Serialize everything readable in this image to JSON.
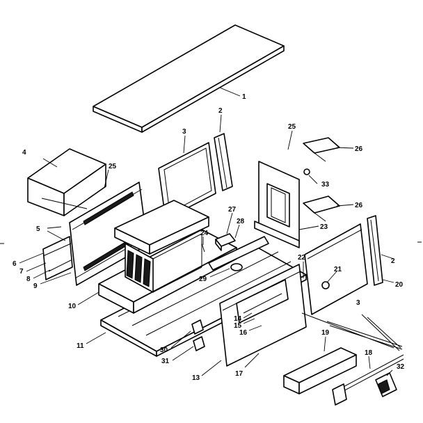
{
  "callouts": {
    "c1": "1",
    "c2a": "2",
    "c2b": "2",
    "c3a": "3",
    "c3b": "3",
    "c4": "4",
    "c5": "5",
    "c6": "6",
    "c7": "7",
    "c8": "8",
    "c9": "9",
    "c10": "10",
    "c11": "11",
    "c13": "13",
    "c14": "14",
    "c15": "15",
    "c16": "16",
    "c17": "17",
    "c18": "18",
    "c19": "19",
    "c20": "20",
    "c21": "21",
    "c22": "22",
    "c23": "23",
    "c24": "24",
    "c25a": "25",
    "c25b": "25",
    "c26a": "26",
    "c26b": "26",
    "c27": "27",
    "c28": "28",
    "c29": "29",
    "c30": "30",
    "c31": "31",
    "c32": "32",
    "c33": "33"
  }
}
